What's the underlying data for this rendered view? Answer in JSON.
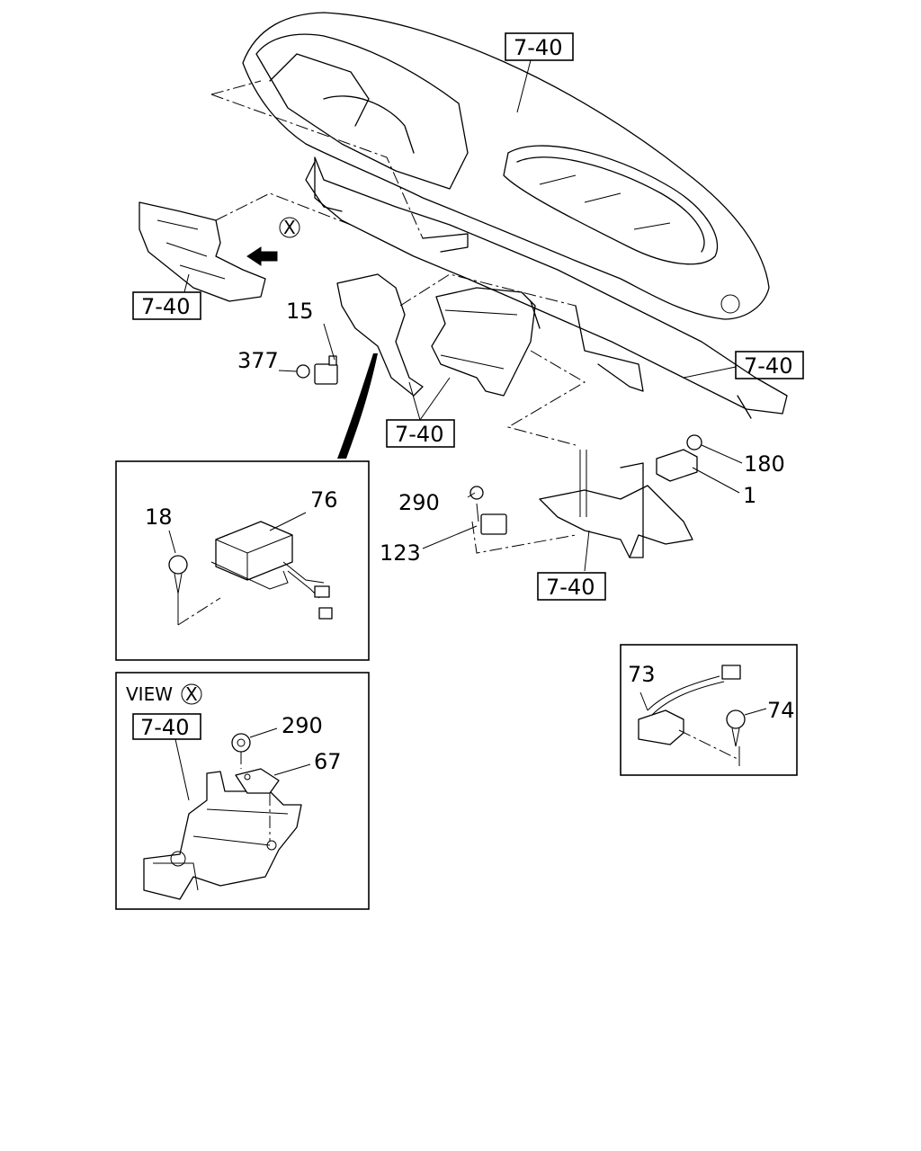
{
  "diagram": {
    "ref_labels": {
      "ref_top": "7-40",
      "ref_left": "7-40",
      "ref_right": "7-40",
      "ref_center": "7-40",
      "ref_lower": "7-40",
      "ref_view": "7-40"
    },
    "view_marker": "X",
    "part_numbers": {
      "p15": "15",
      "p377": "377",
      "p180": "180",
      "p1": "1",
      "p290a": "290",
      "p123": "123",
      "p18": "18",
      "p76": "76",
      "p290b": "290",
      "p67": "67",
      "p73": "73",
      "p74": "74"
    },
    "view_title": "VIEW",
    "view_title_marker": "X"
  }
}
